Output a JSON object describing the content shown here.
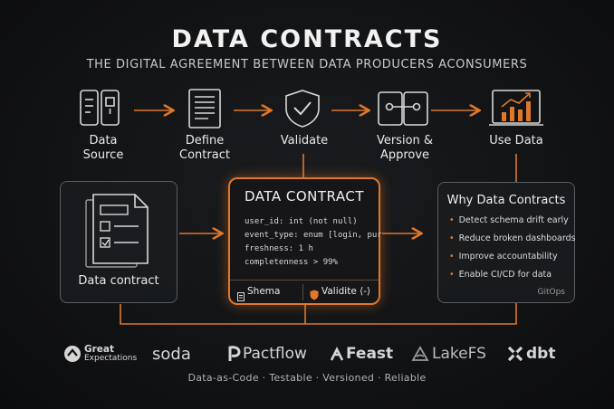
{
  "header": {
    "title": "DATA CONTRACTS",
    "subtitle": "THE DIGITAL AGREEMENT BETWEEN DATA PRODUCERS ACONSUMERS"
  },
  "steps": [
    {
      "label": "Data\nSource",
      "icon": "data-source-icon"
    },
    {
      "label": "Define\nContract",
      "icon": "document-icon"
    },
    {
      "label": "Validate",
      "icon": "shield-check-icon"
    },
    {
      "label": "Version &\nApprove",
      "icon": "version-icon"
    },
    {
      "label": "Use Data",
      "icon": "chart-monitor-icon"
    }
  ],
  "data_contract_card": {
    "label": "Data contract"
  },
  "contract": {
    "title": "DATA CONTRACT",
    "lines": [
      "user_id: int (not null)",
      "event_type: enum [login, pur",
      "freshness: 1 h",
      "completenness > 99%"
    ],
    "footer_left": "Shema",
    "footer_right": "Validite ⟨-⟩"
  },
  "why": {
    "title": "Why Data Contracts",
    "bullets": [
      "Detect schema drift early",
      "Reduce broken dashboards",
      "Improve accountability",
      "Enable CI/CD for data"
    ],
    "footnote": "GitOps"
  },
  "logos": {
    "great_line1": "Great",
    "great_line2": "Expectations",
    "soda": "soda",
    "pactflow": "Pactflow",
    "feast": "Feast",
    "lakefs": "LakeFS",
    "dbt": "dbt"
  },
  "tagline": "Data-as-Code · Testable · Versioned · Reliable",
  "colors": {
    "accent": "#e0782a",
    "background": "#111214",
    "card_border": "#5a5d62"
  }
}
